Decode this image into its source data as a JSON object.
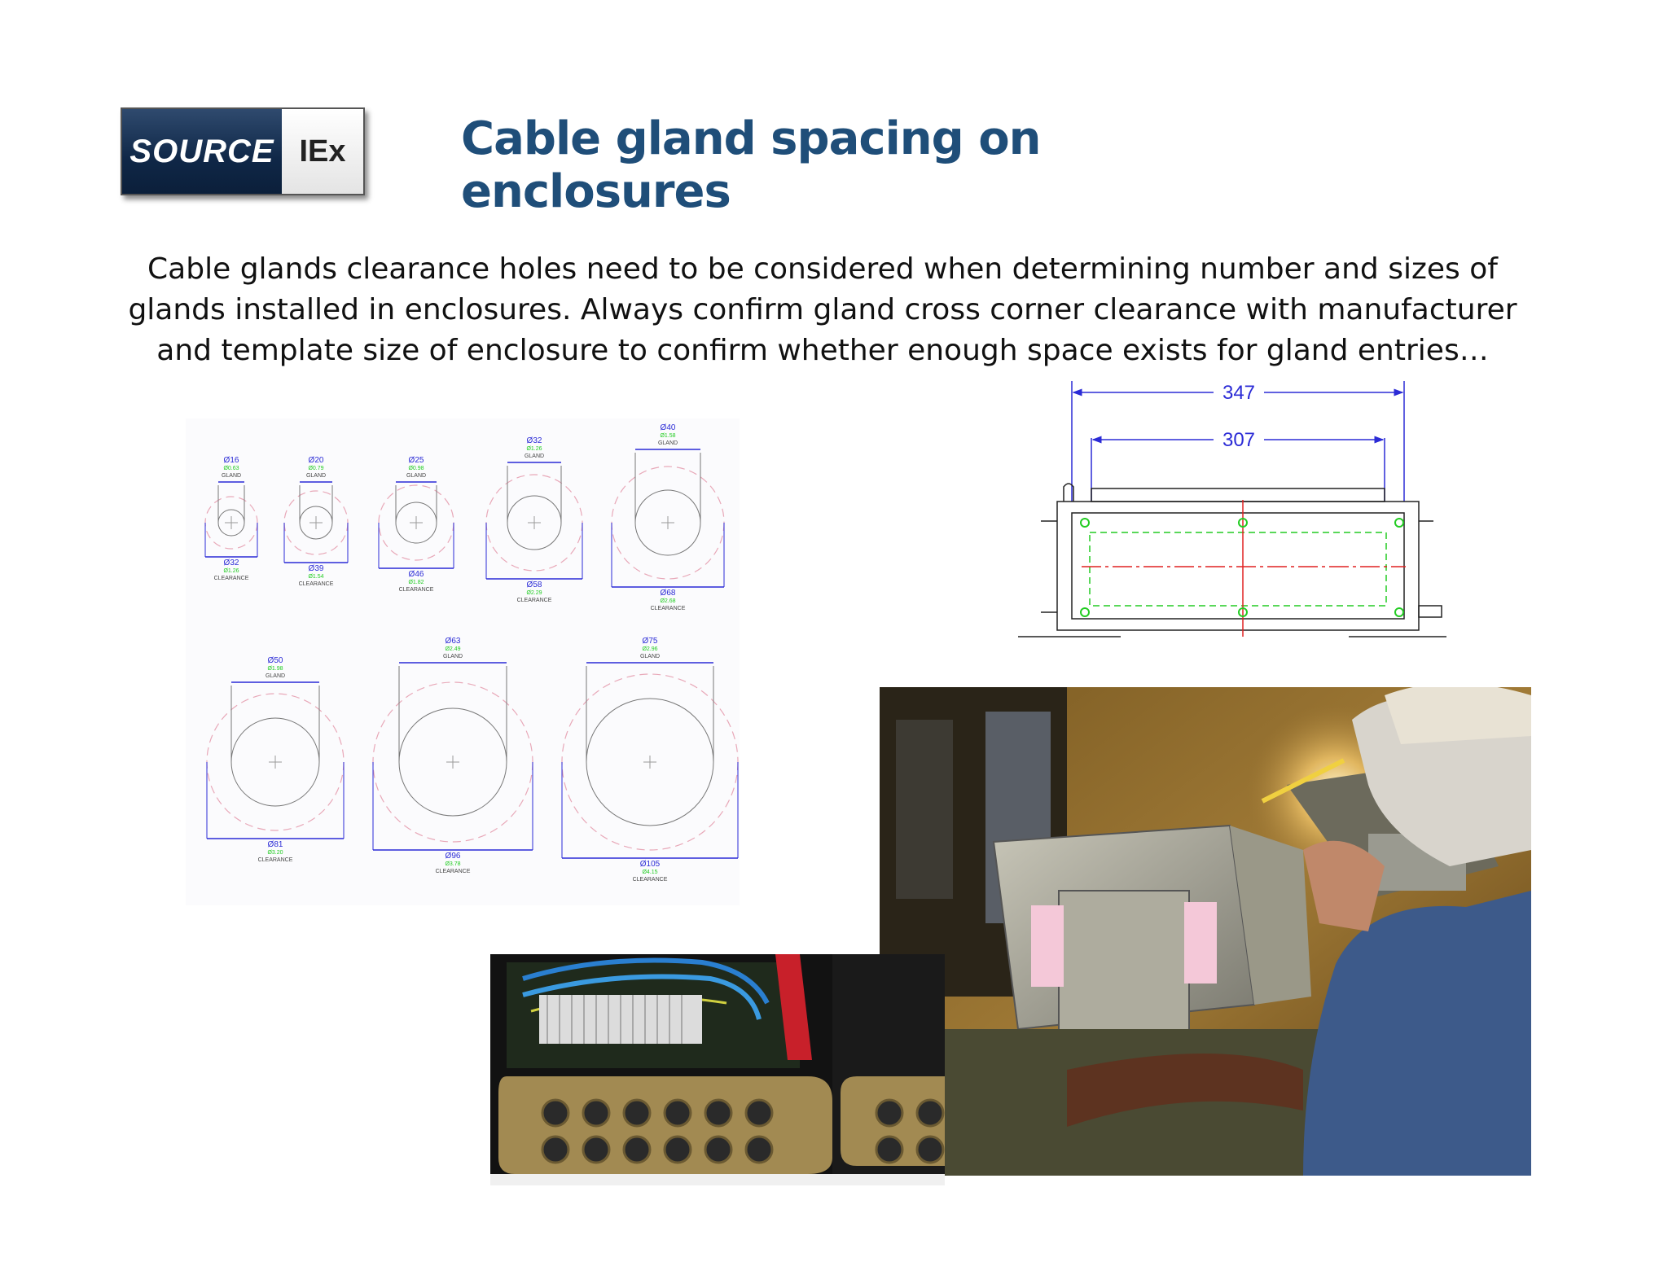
{
  "logo": {
    "left_text": "SOURCE",
    "right_text": "IEx"
  },
  "title": "Cable gland spacing on enclosures",
  "body_lines": [
    "Cable glands clearance holes need to be considered when determining number and sizes of",
    "glands installed in enclosures.  Always confirm gland cross corner clearance with manufacturer",
    "and template size of enclosure to confirm whether enough space exists for gland entries…"
  ],
  "gland_drawing": {
    "items": [
      {
        "gland": "Ø16",
        "gland_in": "Ø0.63",
        "gland_label": "GLAND",
        "clearance": "Ø32",
        "clearance_in": "Ø1.26",
        "clearance_label": "CLEARANCE"
      },
      {
        "gland": "Ø20",
        "gland_in": "Ø0.79",
        "gland_label": "GLAND",
        "clearance": "Ø39",
        "clearance_in": "Ø1.54",
        "clearance_label": "CLEARANCE"
      },
      {
        "gland": "Ø25",
        "gland_in": "Ø0.98",
        "gland_label": "GLAND",
        "clearance": "Ø46",
        "clearance_in": "Ø1.82",
        "clearance_label": "CLEARANCE"
      },
      {
        "gland": "Ø32",
        "gland_in": "Ø1.26",
        "gland_label": "GLAND",
        "clearance": "Ø58",
        "clearance_in": "Ø2.29",
        "clearance_label": "CLEARANCE"
      },
      {
        "gland": "Ø40",
        "gland_in": "Ø1.58",
        "gland_label": "GLAND",
        "clearance": "Ø68",
        "clearance_in": "Ø2.68",
        "clearance_label": "CLEARANCE"
      },
      {
        "gland": "Ø50",
        "gland_in": "Ø1.98",
        "gland_label": "GLAND",
        "clearance": "Ø81",
        "clearance_in": "Ø3.20",
        "clearance_label": "CLEARANCE"
      },
      {
        "gland": "Ø63",
        "gland_in": "Ø2.49",
        "gland_label": "GLAND",
        "clearance": "Ø96",
        "clearance_in": "Ø3.78",
        "clearance_label": "CLEARANCE"
      },
      {
        "gland": "Ø75",
        "gland_in": "Ø2.96",
        "gland_label": "GLAND",
        "clearance": "Ø105",
        "clearance_in": "Ø4.15",
        "clearance_label": "CLEARANCE"
      }
    ]
  },
  "enclosure_drawing": {
    "outer_dim": "347",
    "inner_dim": "307"
  },
  "colors": {
    "title": "#1f4e79",
    "dimension_blue": "#2b2bd6",
    "gland_green": "#22cc22",
    "center_red": "#e02020"
  }
}
